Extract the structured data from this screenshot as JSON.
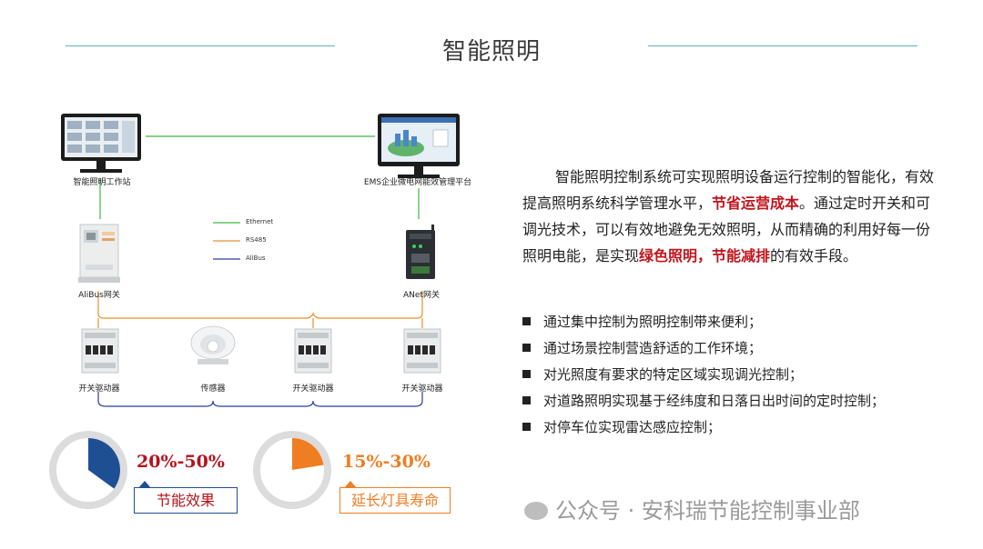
{
  "title": "智能照明",
  "diagram": {
    "workstation_label": "智能照明工作站",
    "ems_label": "EMS企业微电网能效管理平台",
    "legend": [
      {
        "label": "Ethernet",
        "color": "#3cb93c"
      },
      {
        "label": "RS485",
        "color": "#e8902a"
      },
      {
        "label": "AliBus",
        "color": "#2a3aa8"
      }
    ],
    "alibus_gateway_label": "AliBus网关",
    "anet_gateway_label": "ANet网关",
    "switch_driver_label": "开关驱动器",
    "sensor_label": "传感器"
  },
  "intro": {
    "part1": "智能照明控制系统可实现照明设备运行控制的智能化，有效提高照明系统科学管理水平，",
    "highlight1": "节省运营成本",
    "part2": "。通过定时开关和可调光技术，可以有效地避免无效照明，从而精确的利用好每一份照明电能，是实现",
    "highlight2": "绿色照明，节能减排",
    "part3": "的有效手段。"
  },
  "bullets": [
    "通过集中控制为照明控制带来便利；",
    "通过场景控制营造舒适的工作环境；",
    "对光照度有要求的特定区域实现调光控制；",
    "对道路照明实现基于经纬度和日落日出时间的定时控制；",
    "对停车位实现雷达感应控制；"
  ],
  "stats": [
    {
      "value": "20%-50%",
      "caption": "节能效果",
      "fraction": 0.35,
      "color": "#1e4f93",
      "value_color": "#b5121b"
    },
    {
      "value": "15%-30%",
      "caption": "延长灯具寿命",
      "fraction": 0.225,
      "color": "#ef7d22",
      "value_color": "#ef7d22"
    }
  ],
  "watermark": "公众号 · 安科瑞节能控制事业部"
}
